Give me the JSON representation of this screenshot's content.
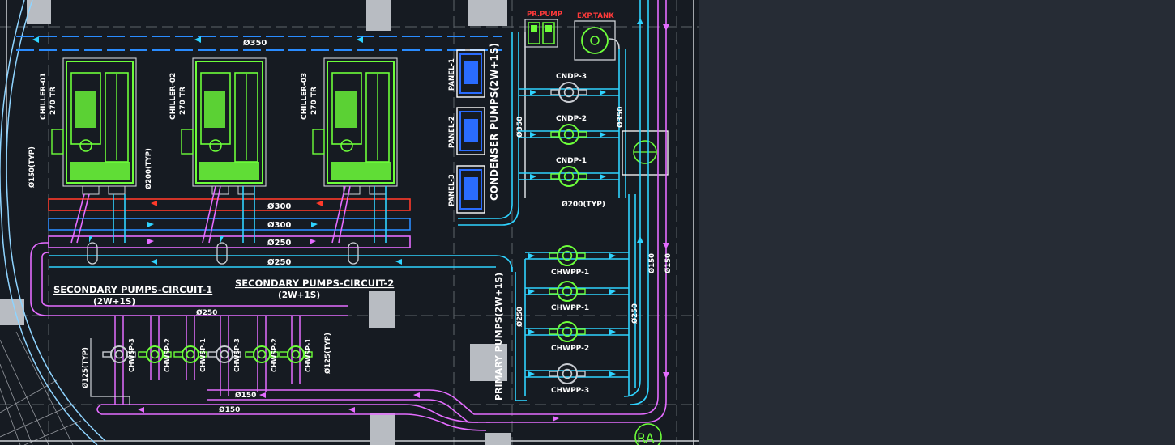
{
  "colors": {
    "background": "#161b22",
    "right_panel": "#262c35",
    "pipe_cyan": "#2fd3ff",
    "pipe_blue": "#2a8cff",
    "pipe_red": "#ff3a2a",
    "pipe_magenta": "#e46cff",
    "equipment_green": "#6dff3a",
    "panel_blue": "#2a6cff",
    "text_white": "#ffffff",
    "text_red": "#ff3a3a"
  },
  "chillers": [
    {
      "name": "CHILLER-01",
      "capacity": "270 TR"
    },
    {
      "name": "CHILLER-02",
      "capacity": "270 TR"
    },
    {
      "name": "CHILLER-03",
      "capacity": "270 TR"
    }
  ],
  "panels": [
    "PANEL-1",
    "PANEL-2",
    "PANEL-3"
  ],
  "condenser_pumps": [
    "CNDP-3",
    "CNDP-2",
    "CNDP-1"
  ],
  "primary_pumps": [
    "CHWPP-1",
    "CHWPP-1",
    "CHWPP-2",
    "CHWPP-3"
  ],
  "secondary_pumps": [
    "CHWSP-3",
    "CHWSP-2",
    "CHWSP-1",
    "CHWSP-3",
    "CHWSP-2",
    "CHWSP-1"
  ],
  "labels": {
    "pr_pump": "PR.PUMP",
    "exp_tank": "EXP.TANK",
    "condenser_group": "CONDENSER PUMPS(2W+1S)",
    "primary_group": "PRIMARY PUMPS(2W+1S)",
    "secondary_c1": "SECONDARY PUMPS-CIRCUIT-1",
    "secondary_c1_config": "(2W+1S)",
    "secondary_c2": "SECONDARY PUMPS-CIRCUIT-2",
    "secondary_c2_config": "(2W+1S)",
    "ra": "RA"
  },
  "pipe_sizes": {
    "header_top": "Ø350",
    "chiller_branch_a": "Ø150(TYP)",
    "chiller_branch_b": "Ø200(TYP)",
    "red_line": "Ø300",
    "blue_line": "Ø300",
    "magenta_line": "Ø250",
    "cyan_line": "Ø250",
    "condenser_vertical_left": "Ø350",
    "condenser_vertical_right": "Ø350",
    "condenser_pump_branch": "Ø200(TYP)",
    "primary_vertical_left": "Ø250",
    "primary_vertical_right": "Ø250",
    "riser_a": "Ø150",
    "riser_b": "Ø150",
    "secondary_header": "Ø250",
    "secondary_left": "Ø125(TYP)",
    "secondary_right": "Ø125(TYP)",
    "bottom_a": "Ø150",
    "bottom_b": "Ø150"
  }
}
